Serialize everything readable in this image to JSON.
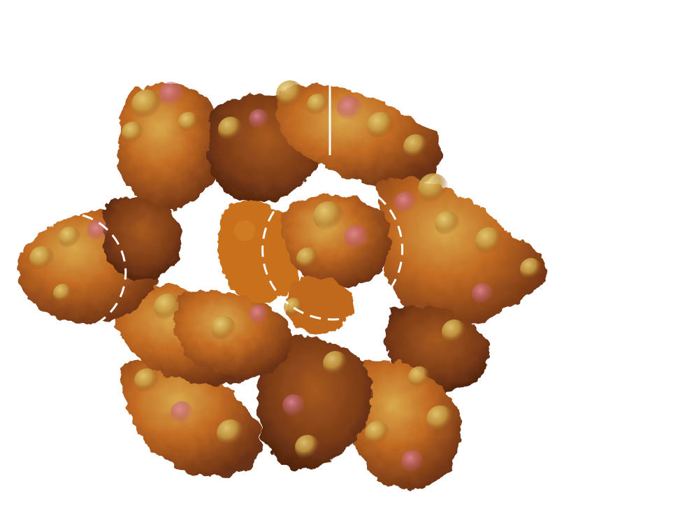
{
  "scene": {
    "background": "#ffffff",
    "subject": "molecular-surface-render",
    "palette": {
      "dark": "#5a2a12",
      "mid": "#b8621e",
      "bright": "#d98a2a",
      "highlight": "#c9b64a",
      "pink": "#c8607a"
    }
  },
  "annotations": {
    "marker_color": "#ffffff",
    "marker_style": "dashed-arc",
    "guide_style": "solid-line"
  }
}
